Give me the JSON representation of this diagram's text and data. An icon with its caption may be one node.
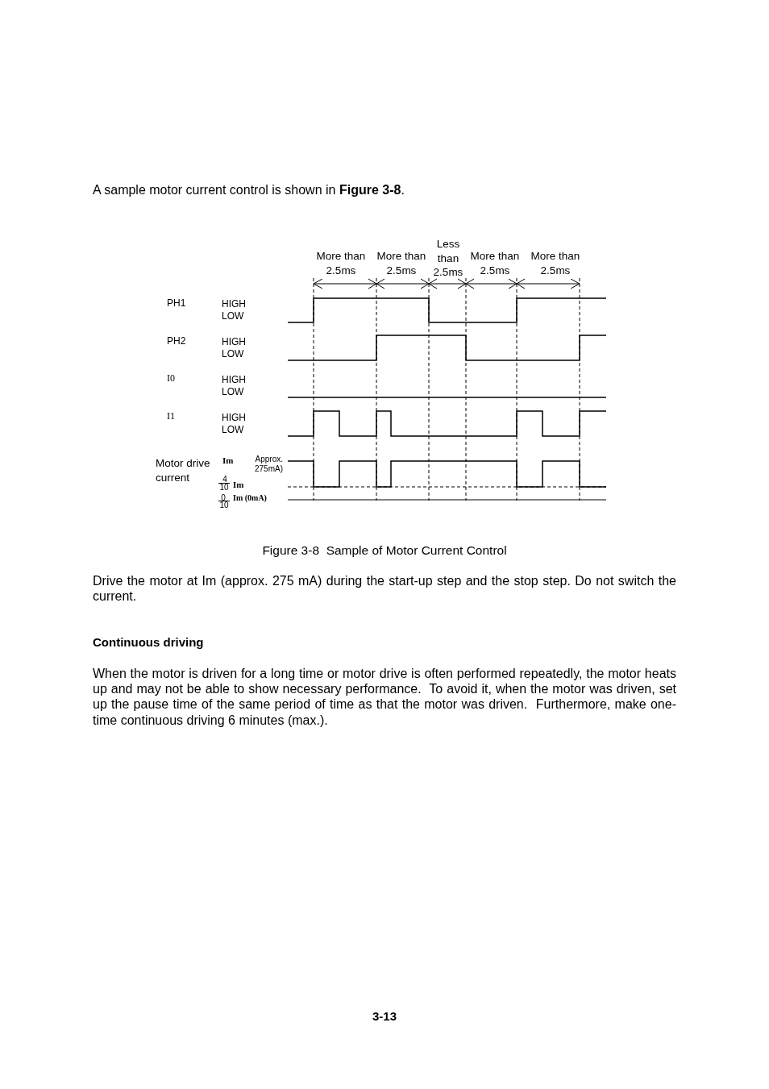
{
  "diagram": {
    "caption": "Figure 3-8  Sample of Motor Current Control",
    "labels": [
      "A sample motor current control is shown in **Figure 3-8**.",
      "More than 2.5ms",
      "More than 2.5ms",
      "Less than 2.5ms",
      "More than 2.5ms",
      "More than 2.5ms",
      "PH1",
      "HIGH",
      "LOW",
      "PH2",
      "HIGH",
      "LOW",
      "I0",
      "HIGH",
      "LOW",
      "I1",
      "HIGH",
      "LOW",
      "Motor drive current",
      "Im",
      "Approx. 275mA)",
      "4",
      "10",
      "Im",
      "0",
      "10",
      "Im (0mA)",
      "Drive the motor at Im (approx. 275 mA) during the start-up step and the stop step. Do not switch the current.",
      "Continuous driving",
      "When the motor is driven for a long time or motor drive is often performed repeatedly, the motor heats up and may not be able to show necessary performance.  To avoid it, when the motor was driven, set up the pause time of the same period of time as that the motor was driven.  Furthermore, make one-time continuous driving 6 minutes (max.).",
      "3-13"
    ]
  }
}
